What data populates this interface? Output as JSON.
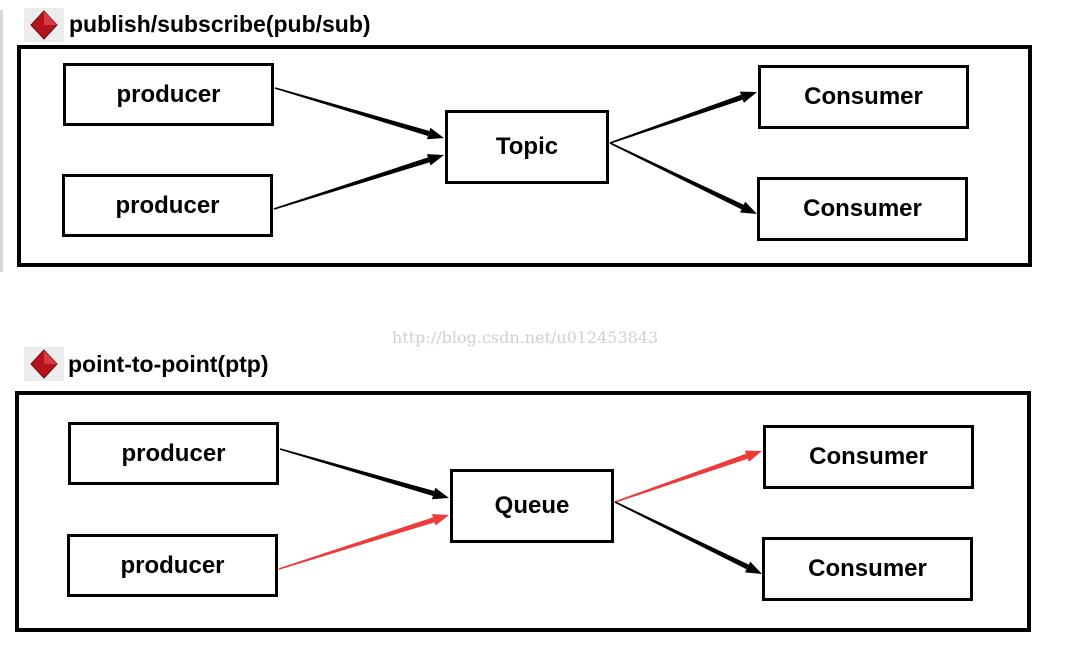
{
  "watermark": "http://blog.csdn.net/u012453843",
  "colors": {
    "line": "#000000",
    "highlight": "#ee3a3a",
    "icon": "#b3141b"
  },
  "sections": [
    {
      "title": "publish/subscribe(pub/sub)",
      "icon": "red-diamond-icon",
      "producers": [
        "producer",
        "producer"
      ],
      "broker": "Topic",
      "consumers": [
        "Consumer",
        "Consumer"
      ]
    },
    {
      "title": "point-to-point(ptp)",
      "icon": "red-diamond-icon",
      "producers": [
        "producer",
        "producer"
      ],
      "broker": "Queue",
      "consumers": [
        "Consumer",
        "Consumer"
      ]
    }
  ],
  "arrows": [
    {
      "from": "pubsub-producer-1",
      "to": "topic",
      "color": "black"
    },
    {
      "from": "pubsub-producer-2",
      "to": "topic",
      "color": "black"
    },
    {
      "from": "topic",
      "to": "pubsub-consumer-1",
      "color": "black"
    },
    {
      "from": "topic",
      "to": "pubsub-consumer-2",
      "color": "black"
    },
    {
      "from": "ptp-producer-1",
      "to": "queue",
      "color": "black"
    },
    {
      "from": "ptp-producer-2",
      "to": "queue",
      "color": "red"
    },
    {
      "from": "queue",
      "to": "ptp-consumer-1",
      "color": "red"
    },
    {
      "from": "queue",
      "to": "ptp-consumer-2",
      "color": "black"
    }
  ]
}
